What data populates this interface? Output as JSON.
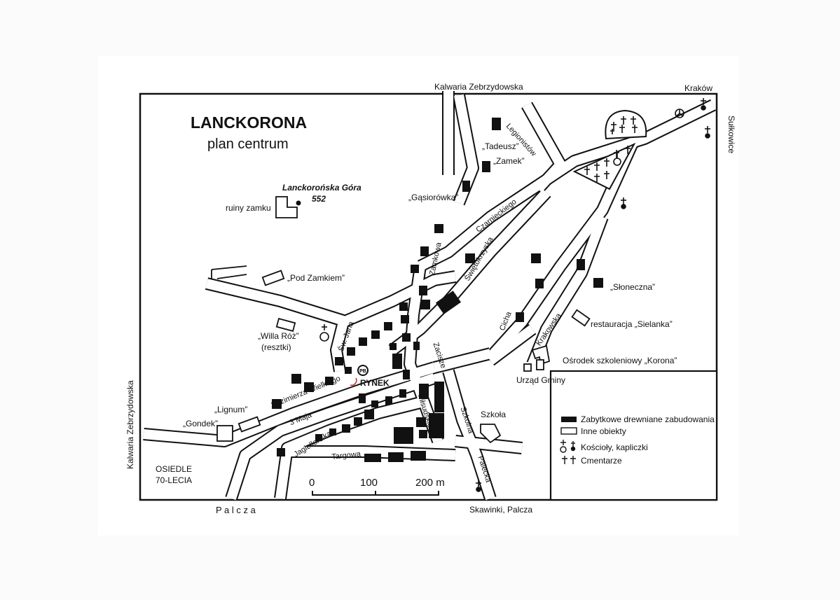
{
  "title": "LANCKORONA",
  "subtitle": "plan centrum",
  "edges": {
    "top": "Kalwaria Zebrzydowska",
    "top_right": "Kraków",
    "right": "Sułkowice",
    "left": "Kalwaria Zebrzydowska",
    "bottom_left": "P a l c z a",
    "bottom_right": "Skawinki, Palcza"
  },
  "landmarks": {
    "peak_name": "Lanckorońska Góra",
    "peak_elevation": "552",
    "ruins": "ruiny zamku",
    "pod_zamkiem": "„Pod Zamkiem”",
    "willa_roz": "„Willa Róż”",
    "willa_roz_note": "(resztki)",
    "tadeusz": "„Tadeusz”",
    "zamek": "„Zamek”",
    "gasiorowka": "„Gąsiorówka”",
    "sloneczna": "„Słoneczna”",
    "sielanka": "restauracja „Sielanka”",
    "korona": "Ośrodek szkoleniowy „Korona”",
    "urzad": "Urząd Gminy",
    "szkola": "Szkoła",
    "rynek": "RYNEK",
    "lignum": "„Lignum”",
    "gondek": "„Gondek”",
    "osiedle_1": "OSIEDLE",
    "osiedle_2": "70-LECIA"
  },
  "streets": {
    "legionistow": "Legionistów",
    "czarnieckiego": "Czarnieckiego",
    "zamkowa": "Zamkowa",
    "swietokrzyska": "Świętokrzyska",
    "sw_jana": "Św. Jana",
    "kazimierza": "Kazimierza Wielkiego",
    "trzeciego_maja": "3 Maja",
    "jagiellonska": "Jagiellońska",
    "targowa": "Targowa",
    "pilsudskiego": "Piłsudskiego",
    "szkolna": "Szkolna",
    "zacisze": "Zacisze",
    "cicha": "Cicha",
    "krakowska": "Krakowska",
    "palecka": "Palecka"
  },
  "legend": {
    "items": [
      {
        "symbol": "filled-rect",
        "label": "Zabytkowe drewniane zabudowania"
      },
      {
        "symbol": "empty-rect",
        "label": "Inne obiekty"
      },
      {
        "symbol": "church-icon",
        "label": "Kościoły, kapliczki"
      },
      {
        "symbol": "cemetery-icon",
        "label": "Cmentarze"
      }
    ]
  },
  "scale": {
    "labels": [
      "0",
      "100",
      "200 m"
    ]
  },
  "colors": {
    "ink": "#111111",
    "paper": "#ffffff",
    "marker": "#c0392b"
  }
}
